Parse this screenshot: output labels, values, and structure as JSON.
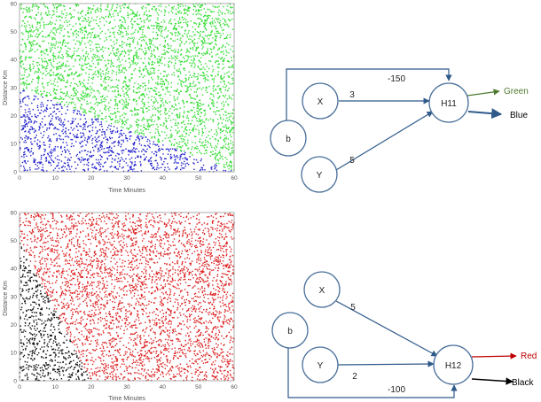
{
  "chart_data": [
    {
      "type": "scatter",
      "xlabel": "Time Minutes",
      "ylabel": "Distance Km",
      "xlim": [
        0,
        60
      ],
      "ylim": [
        0,
        60
      ],
      "xticks": [
        "0",
        "10",
        "20",
        "30",
        "40",
        "50",
        "60"
      ],
      "yticks": [
        "0",
        "10",
        "20",
        "30",
        "40",
        "50",
        "60"
      ],
      "grid": false,
      "boundary": {
        "x_intercept": 60,
        "y_intercept": 30
      },
      "series": [
        {
          "color": "#33dd33",
          "region": "above boundary"
        },
        {
          "color": "#2222cc",
          "region": "below boundary"
        }
      ]
    },
    {
      "type": "scatter",
      "xlabel": "Time Minutes",
      "ylabel": "Distance Km",
      "xlim": [
        0,
        60
      ],
      "ylim": [
        0,
        60
      ],
      "xticks": [
        "0",
        "10",
        "20",
        "30",
        "40",
        "50",
        "60"
      ],
      "yticks": [
        "0",
        "10",
        "20",
        "30",
        "40",
        "50",
        "60"
      ],
      "grid": false,
      "boundary": {
        "x_intercept": 20,
        "y_intercept": 50
      },
      "series": [
        {
          "color": "#dd2222",
          "region": "above boundary"
        },
        {
          "color": "#111111",
          "region": "below boundary"
        }
      ]
    }
  ],
  "network_top": {
    "nodes": {
      "x": "X",
      "y": "Y",
      "b": "b",
      "h": "H11"
    },
    "weights": {
      "x": "3",
      "y": "5",
      "b": "-150"
    },
    "outputs": [
      {
        "label": "Green",
        "color": "#4e7a2e"
      },
      {
        "label": "Blue",
        "color": "#000000"
      }
    ]
  },
  "network_bottom": {
    "nodes": {
      "x": "X",
      "y": "Y",
      "b": "b",
      "h": "H12"
    },
    "weights": {
      "x": "5",
      "y": "2",
      "b": "-100"
    },
    "outputs": [
      {
        "label": "Red",
        "color": "#c00000"
      },
      {
        "label": "Black",
        "color": "#000000"
      }
    ]
  },
  "colors": {
    "edge": "#2f5a8a",
    "node_stroke": "#4a6f9a"
  }
}
